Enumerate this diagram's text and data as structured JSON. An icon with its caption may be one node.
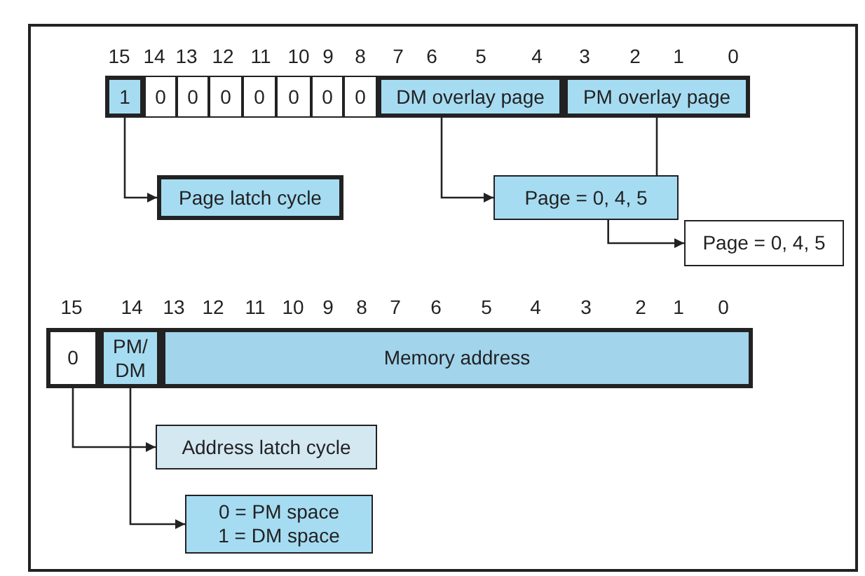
{
  "diagram": {
    "nodes": [
      {
        "text": [
          "1"
        ]
      },
      {
        "text": [
          "0"
        ]
      },
      {
        "text": [
          "0"
        ]
      },
      {
        "text": [
          "0"
        ]
      },
      {
        "text": [
          "0"
        ]
      },
      {
        "text": [
          "0"
        ]
      },
      {
        "text": [
          "0"
        ]
      },
      {
        "text": [
          "0"
        ]
      },
      {
        "text": [
          "DM overlay page"
        ]
      },
      {
        "text": [
          "PM overlay page"
        ]
      },
      {
        "text": [
          "Page latch cycle"
        ]
      },
      {
        "text": [
          "Page = 0, 4, 5"
        ]
      },
      {
        "text": [
          "Page = 0, 4, 5"
        ]
      },
      {
        "text": [
          "0"
        ]
      },
      {
        "text": [
          "PM/ DM"
        ]
      },
      {
        "text": [
          "Memory address"
        ]
      },
      {
        "text": [
          "Address latch cycle"
        ]
      },
      {
        "text": [
          "0 = PM space",
          "1 = DM space"
        ]
      }
    ],
    "edges": [
      {
        "from": 0,
        "to": 10,
        "arrow": "to"
      },
      {
        "from": 8,
        "to": 11,
        "arrow": "to"
      },
      {
        "from": 9,
        "to": 11,
        "arrow": "none"
      },
      {
        "from": 11,
        "to": 12,
        "arrow": "to"
      },
      {
        "from": 13,
        "to": 16,
        "arrow": "to"
      },
      {
        "from": 14,
        "to": 17,
        "arrow": "to"
      }
    ],
    "labels": [
      "15",
      "14",
      "13",
      "12",
      "11",
      "10",
      "9",
      "8",
      "7",
      "6",
      "5",
      "4",
      "3",
      "2",
      "1",
      "0",
      "15",
      "14",
      "13",
      "12",
      "11",
      "10",
      "9",
      "8",
      "7",
      "6",
      "5",
      "4",
      "3",
      "2",
      "1",
      "0"
    ]
  }
}
